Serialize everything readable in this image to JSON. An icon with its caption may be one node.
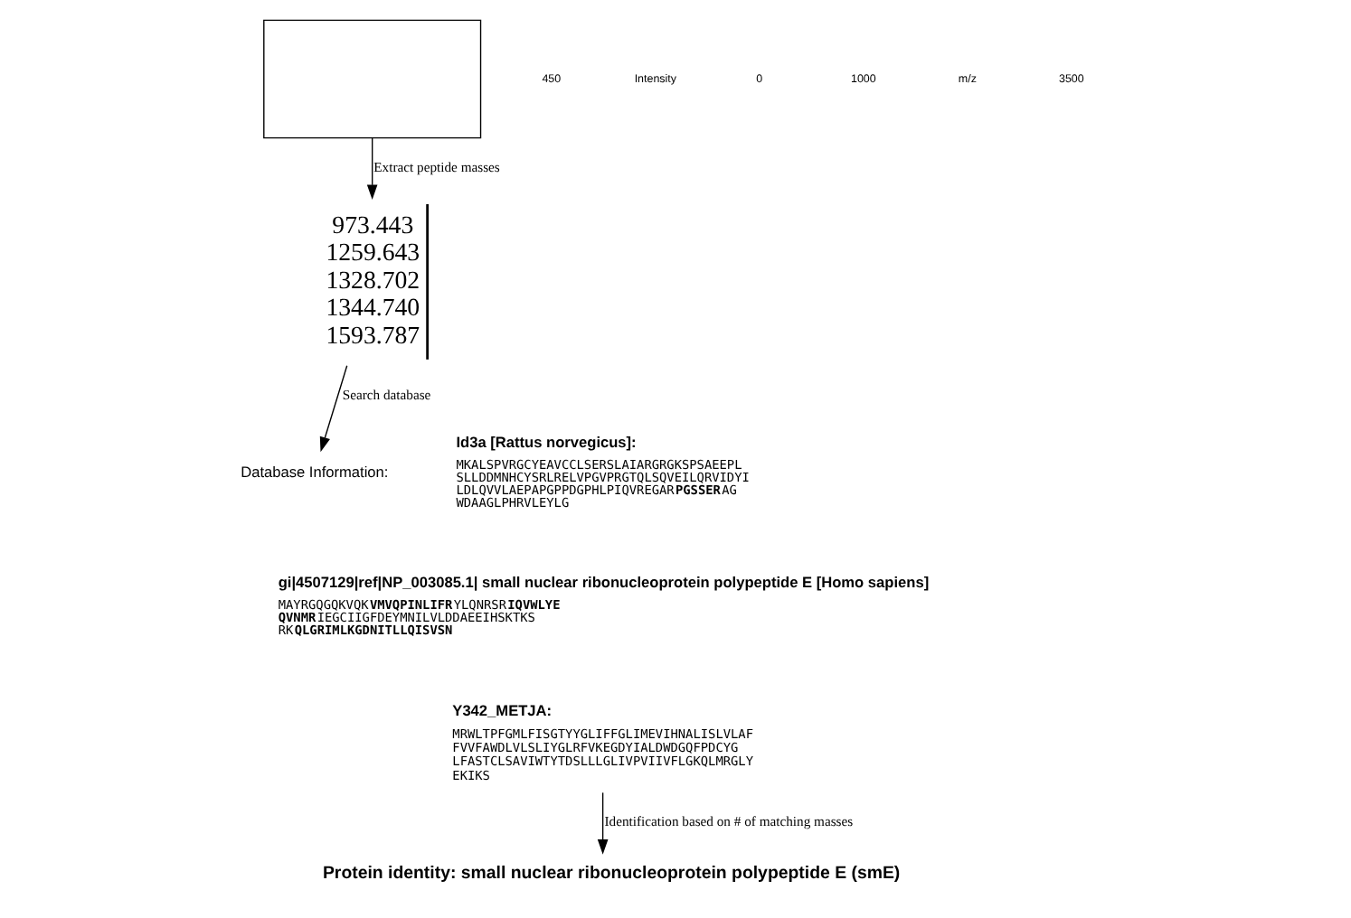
{
  "diagram": {
    "nodes": [
      {
        "text": [],
        "shape": "box"
      },
      {
        "text": [
          "973.443",
          "1259.643",
          "1328.702",
          "1344.740",
          "1593.787"
        ]
      },
      {
        "text": [
          "Database Information:"
        ]
      },
      {
        "text": [
          "Id3a [Rattus norvegicus]:",
          "MKALSPVRGCYEAVCCLSERSLAIARGRGKSPSAEEPL SLLDDMNHCYSRLRELVPGVPRGTQLSQVEILQRVIDYI LDLQVVLAEPAPGPPDGPHLPIQVREGAR**PGSSER**AG WDAAGLPHRVLEYLG"
        ]
      },
      {
        "text": [
          "gi|4507129|ref|NP_003085.1| small nuclear ribonucleoprotein polypeptide E [Homo sapiens]",
          "MAYRGQGQKVQK**VMVQPINLIFR**YLQNRSR**IQVWLYE QVNMR**IEGCIIGFDEYMNILVLDDAEEIHSKTKS RK**QLGRIMLKGDNITLLQISVSN**"
        ]
      },
      {
        "text": [
          "Y342_METJA:",
          "MRWLTPFGMLFISGTYYGLIFFGLIMEVIHNALISLVLAF FVVFAWDLVLSLIYGLRFVKEGDYIALDWDGQFPDCYG LFASTCLSAVIWTYTDSLLLGLIVPVIIVFLGKQLMRGLY EKIKS"
        ]
      },
      {
        "text": [
          "Protein identity: small nuclear ribonucleoprotein polypeptide E (smE)"
        ]
      }
    ],
    "edges": [
      {
        "from": 0,
        "to": 1,
        "arrow": "to",
        "label": "Extract peptide masses"
      },
      {
        "from": 1,
        "to": 2,
        "arrow": "to",
        "label": "Search database"
      },
      {
        "from": 5,
        "to": 6,
        "arrow": "to",
        "label": "Identification based on # of matching masses"
      }
    ],
    "labels": [
      "450",
      "Intensity",
      "0",
      "1000",
      "m/z",
      "3500"
    ]
  }
}
